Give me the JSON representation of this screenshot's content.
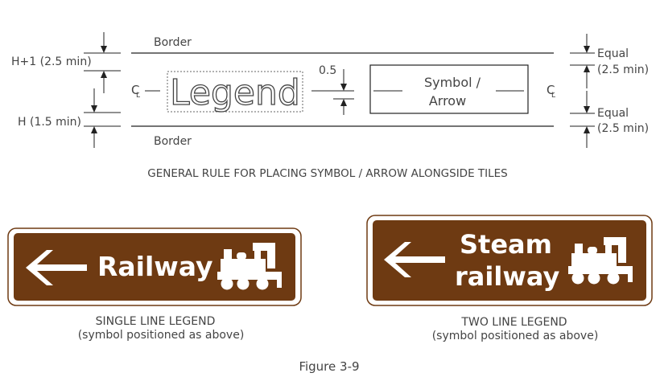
{
  "diagram": {
    "border_top": "Border",
    "border_bottom": "Border",
    "dim_h1": "H+1 (2.5 min)",
    "dim_h": "H (1.5 min)",
    "dim_gap": "0.5",
    "legend_word": "Legend",
    "symbol_line1": "Symbol /",
    "symbol_line2": "Arrow",
    "centerline_mark": "C",
    "centerline_sub": "L",
    "equal_top_line1": "Equal",
    "equal_top_line2": "(2.5 min)",
    "equal_bottom_line1": "Equal",
    "equal_bottom_line2": "(2.5 min)",
    "caption": "GENERAL RULE FOR PLACING SYMBOL / ARROW ALONGSIDE TILES"
  },
  "signs": {
    "single": {
      "text": "Railway",
      "caption_line1": "SINGLE LINE LEGEND",
      "caption_line2": "(symbol positioned as above)"
    },
    "double": {
      "text_line1": "Steam",
      "text_line2": "railway",
      "caption_line1": "TWO LINE LEGEND",
      "caption_line2": "(symbol positioned as above)"
    },
    "color_brown": "#6e3a12",
    "color_white": "#ffffff"
  },
  "figure_label": "Figure 3-9"
}
